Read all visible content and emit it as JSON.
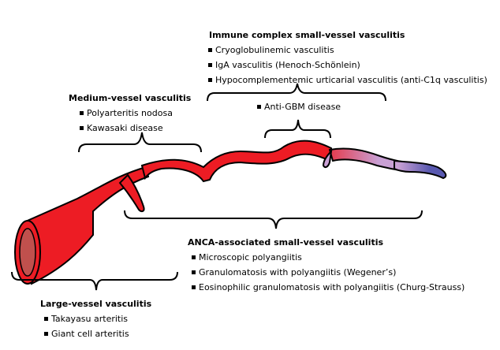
{
  "groups": {
    "immune_complex": {
      "title": "Immune complex small-vessel vasculitis",
      "items": [
        "Cryoglobulinemic vasculitis",
        "IgA vasculitis (Henoch-Schönlein)",
        "Hypocomplementemic urticarial vasculitis (anti-C1q vasculitis)"
      ]
    },
    "medium": {
      "title": "Medium-vessel vasculitis",
      "items": [
        "Polyarteritis nodosa",
        "Kawasaki disease"
      ]
    },
    "anti_gbm": {
      "items": [
        "Anti-GBM disease"
      ]
    },
    "anca": {
      "title": "ANCA-associated small-vessel vasculitis",
      "items": [
        "Microscopic polyangiitis",
        "Granulomatosis with polyangiitis (Wegener’s)",
        "Eosinophilic granulomatosis with polyangiitis (Churg-Strauss)"
      ]
    },
    "large": {
      "title": "Large-vessel vasculitis",
      "items": [
        "Takayasu arteritis",
        "Giant cell arteritis"
      ]
    }
  },
  "colors": {
    "artery": "#ed1c24",
    "vessel_mid": "#c9a0d4",
    "vessel_small": "#5959b0",
    "lumen": "#c0504d",
    "outline": "#000000"
  }
}
